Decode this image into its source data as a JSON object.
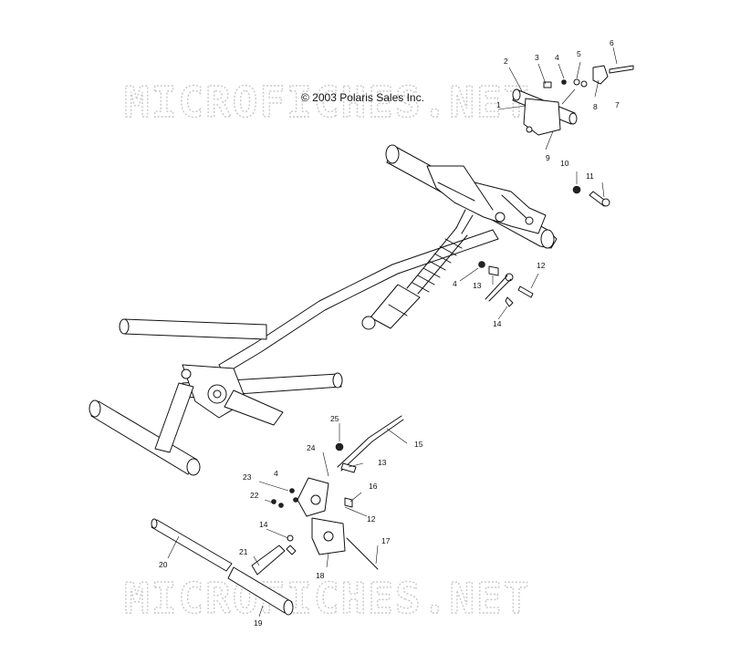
{
  "copyright": "© 2003 Polaris Sales Inc.",
  "watermark": "MICROFICHES.NET",
  "callouts": [
    "1",
    "2",
    "3",
    "4",
    "5",
    "6",
    "7",
    "8",
    "9",
    "10",
    "11",
    "12",
    "13",
    "14",
    "15",
    "16",
    "17",
    "18",
    "19",
    "20",
    "21",
    "22",
    "23",
    "24",
    "25"
  ]
}
